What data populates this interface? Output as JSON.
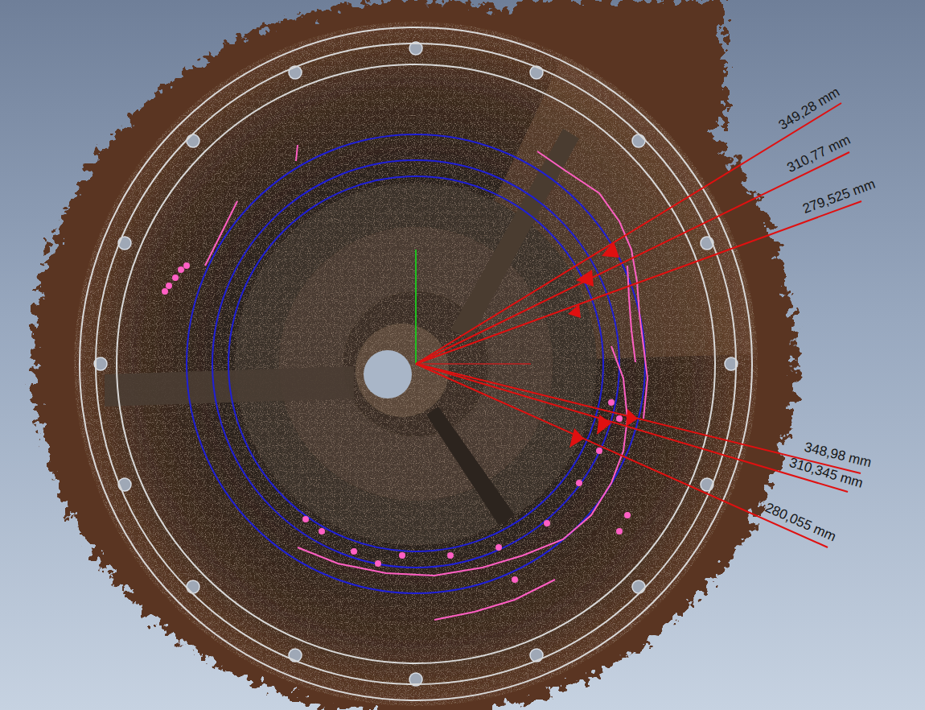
{
  "diagram": {
    "labels": [
      "349,28 mm",
      "310,77 mm",
      "279,525 mm",
      "348,98 mm",
      "310,345 mm",
      "280,055 mm"
    ]
  }
}
